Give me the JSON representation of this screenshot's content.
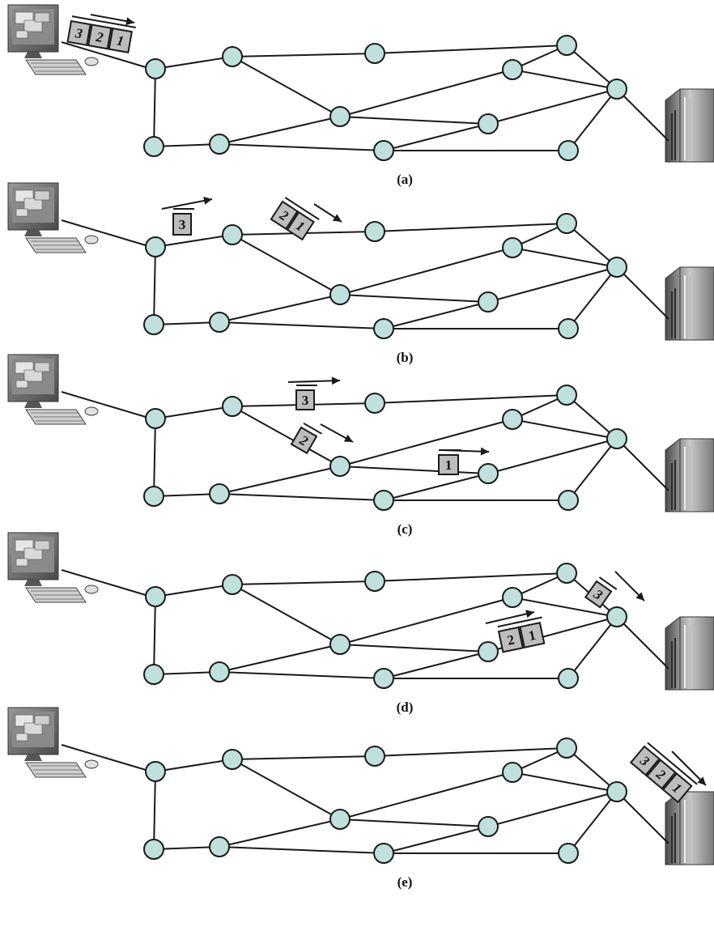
{
  "panels": [
    {
      "label": "(a)",
      "packets": [
        {
          "num": "3",
          "italic": true
        },
        {
          "num": "2",
          "italic": true
        },
        {
          "num": "1",
          "italic": true
        }
      ]
    },
    {
      "label": "(b)",
      "packets": [
        {
          "num": "3",
          "italic": false
        },
        {
          "num": "2",
          "italic": true
        },
        {
          "num": "1",
          "italic": true
        }
      ]
    },
    {
      "label": "(c)",
      "packets": [
        {
          "num": "3",
          "italic": false
        },
        {
          "num": "2",
          "italic": true
        },
        {
          "num": "1",
          "italic": false
        }
      ]
    },
    {
      "label": "(d)",
      "packets": [
        {
          "num": "3",
          "italic": true
        },
        {
          "num": "2",
          "italic": false
        },
        {
          "num": "1",
          "italic": false
        }
      ]
    },
    {
      "label": "(e)",
      "packets": [
        {
          "num": "3",
          "italic": true
        },
        {
          "num": "2",
          "italic": true
        },
        {
          "num": "1",
          "italic": true
        }
      ]
    }
  ],
  "colors": {
    "node_fill": "#bfe0dc",
    "packet_fill": "#bdbdbd",
    "line": "#1a1a1a"
  },
  "icons": [
    "desktop-computer-icon",
    "server-icon"
  ]
}
